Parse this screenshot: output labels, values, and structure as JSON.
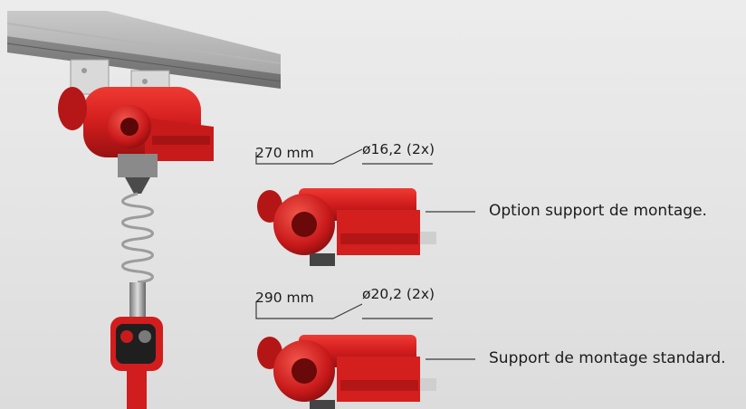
{
  "configs": [
    {
      "length": "270 mm",
      "hole": "ø16,2 (2x)",
      "description": "Option support de montage."
    },
    {
      "length": "290 mm",
      "hole": "ø20,2 (2x)",
      "description": "Support de montage standard."
    }
  ],
  "colors": {
    "body_red": "#d42020",
    "dark_red": "#8e0f10",
    "rail_gray": "#9b9b9b",
    "line": "#3a3a3a"
  }
}
